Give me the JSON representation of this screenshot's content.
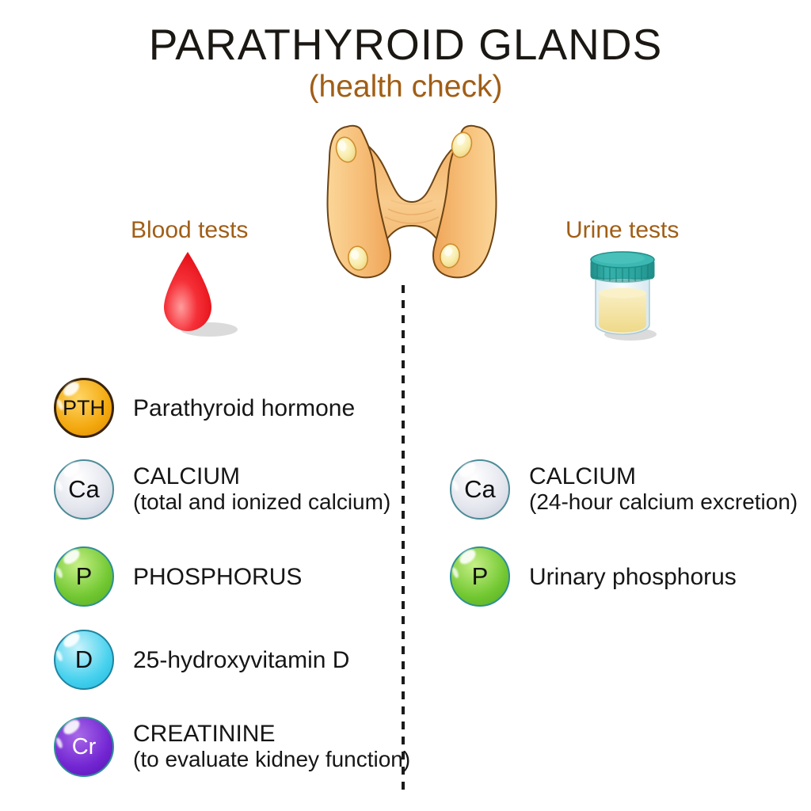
{
  "title": "PARATHYROID GLANDS",
  "subtitle": "(health check)",
  "illustration": {
    "name": "thyroid gland (back view) with four parathyroid glands",
    "gland_color": "#f6bc75",
    "parathyroid_color": "#f8ecac"
  },
  "divider": {
    "style": "dotted-vertical-line",
    "color": "#1a1a1a"
  },
  "text_color": "#1a1a1a",
  "accent_color": "#a05e16",
  "blood": {
    "heading": "Blood tests",
    "icon": "blood-drop-icon",
    "icon_color": "#f01e26",
    "items": [
      {
        "symbol": "PTH",
        "label": "Parathyroid hormone",
        "sublabel": "",
        "chip_color": "#f2a60f",
        "symbol_color": "#1a1a1a"
      },
      {
        "symbol": "Ca",
        "label": "CALCIUM",
        "sublabel": "(total and ionized calcium)",
        "chip_color": "#dfe2ea",
        "symbol_color": "#1a1a1a"
      },
      {
        "symbol": "P",
        "label": "PHOSPHORUS",
        "sublabel": "",
        "chip_color": "#72c832",
        "symbol_color": "#1a1a1a"
      },
      {
        "symbol": "D",
        "label": "25-hydroxyvitamin D",
        "sublabel": "",
        "chip_color": "#46d0ee",
        "symbol_color": "#1a1a1a"
      },
      {
        "symbol": "Cr",
        "label": "CREATININE",
        "sublabel": "(to evaluate kidney function)",
        "chip_color": "#7226d2",
        "symbol_color": "#ffffff"
      }
    ]
  },
  "urine": {
    "heading": "Urine tests",
    "icon": "urine-sample-container-icon",
    "cap_color": "#35b0aa",
    "urine_color": "#f2dd95",
    "items": [
      {
        "symbol": "Ca",
        "label": "CALCIUM",
        "sublabel": "(24-hour calcium excretion)",
        "chip_color": "#dfe2ea",
        "symbol_color": "#1a1a1a"
      },
      {
        "symbol": "P",
        "label": "Urinary phosphorus",
        "sublabel": "",
        "chip_color": "#72c832",
        "symbol_color": "#1a1a1a"
      }
    ]
  }
}
